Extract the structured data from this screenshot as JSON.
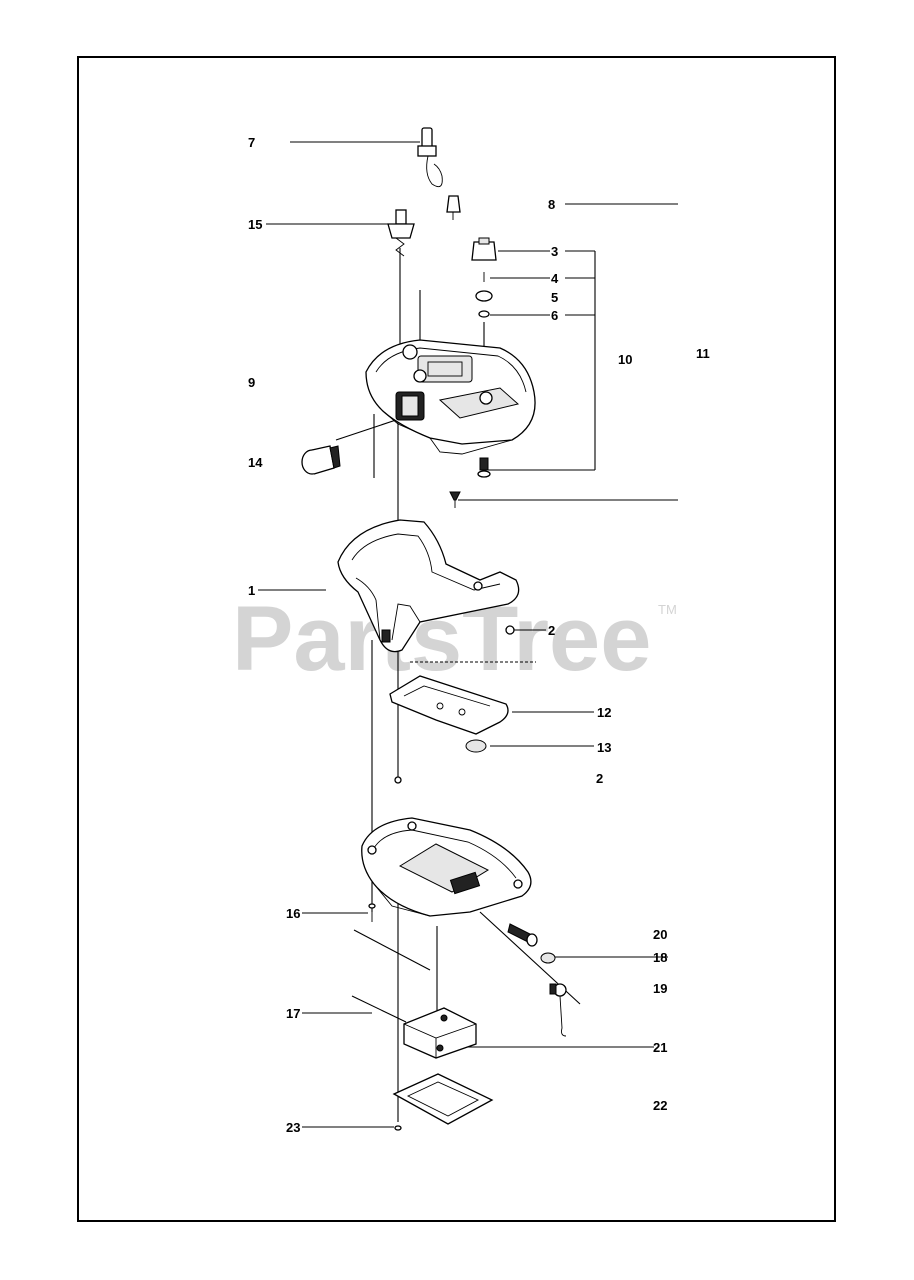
{
  "watermark": {
    "text": "PartsTree",
    "tm": "TM"
  },
  "callouts": {
    "c1": "1",
    "c2a": "2",
    "c2b": "2",
    "c3": "3",
    "c4": "4",
    "c5": "5",
    "c6": "6",
    "c7": "7",
    "c8": "8",
    "c9": "9",
    "c10": "10",
    "c11": "11",
    "c12": "12",
    "c13": "13",
    "c14": "14",
    "c15": "15",
    "c16": "16",
    "c17": "17",
    "c18": "18",
    "c19": "19",
    "c20": "20",
    "c21": "21",
    "c22": "22",
    "c23": "23"
  },
  "colors": {
    "line": "#000000",
    "watermark": "#d4d4d4",
    "background": "#ffffff"
  }
}
